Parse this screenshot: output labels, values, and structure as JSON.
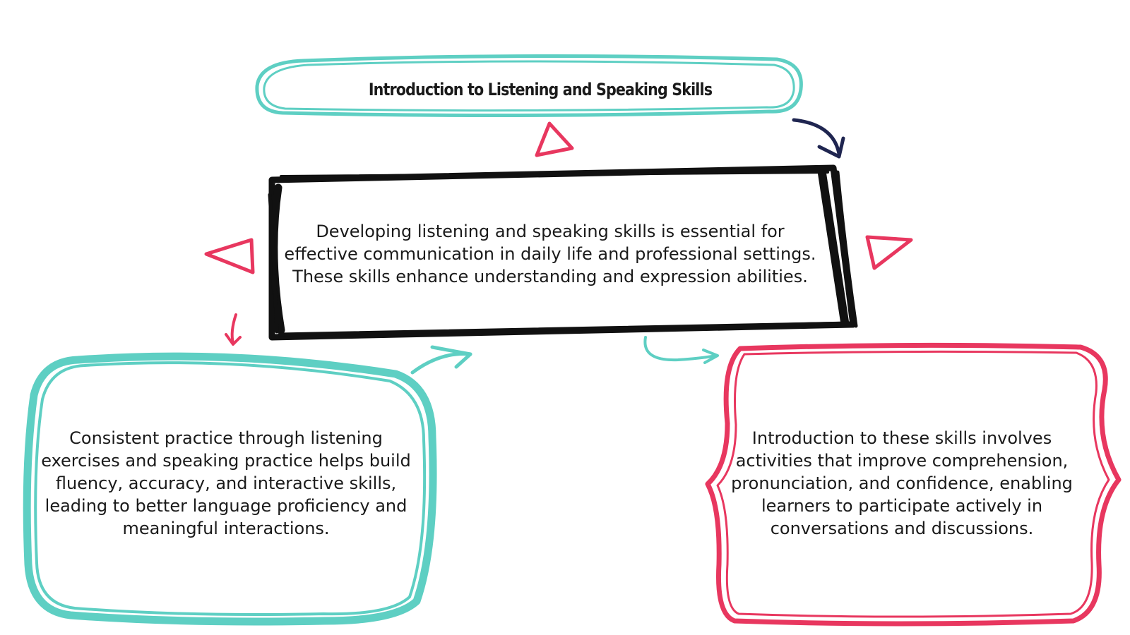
{
  "diagram": {
    "title": "Introduction to Listening and Speaking Skills",
    "center_text": "Developing listening and speaking skills is essential for effective communication in daily life and professional settings. These skills enhance understanding and expression abilities.",
    "left_text": "Consistent practice through listening exercises and speaking practice helps build fluency, accuracy, and interactive skills, leading to better language proficiency and meaningful interactions.",
    "right_text": "Introduction to these skills involves activities that improve comprehension, pronunciation, and confidence, enabling learners to participate actively in conversations and discussions."
  },
  "colors": {
    "teal": "#5ecfc3",
    "black": "#111111",
    "pink": "#e8375f",
    "navy": "#1f2550",
    "text": "#1a1a1a"
  }
}
